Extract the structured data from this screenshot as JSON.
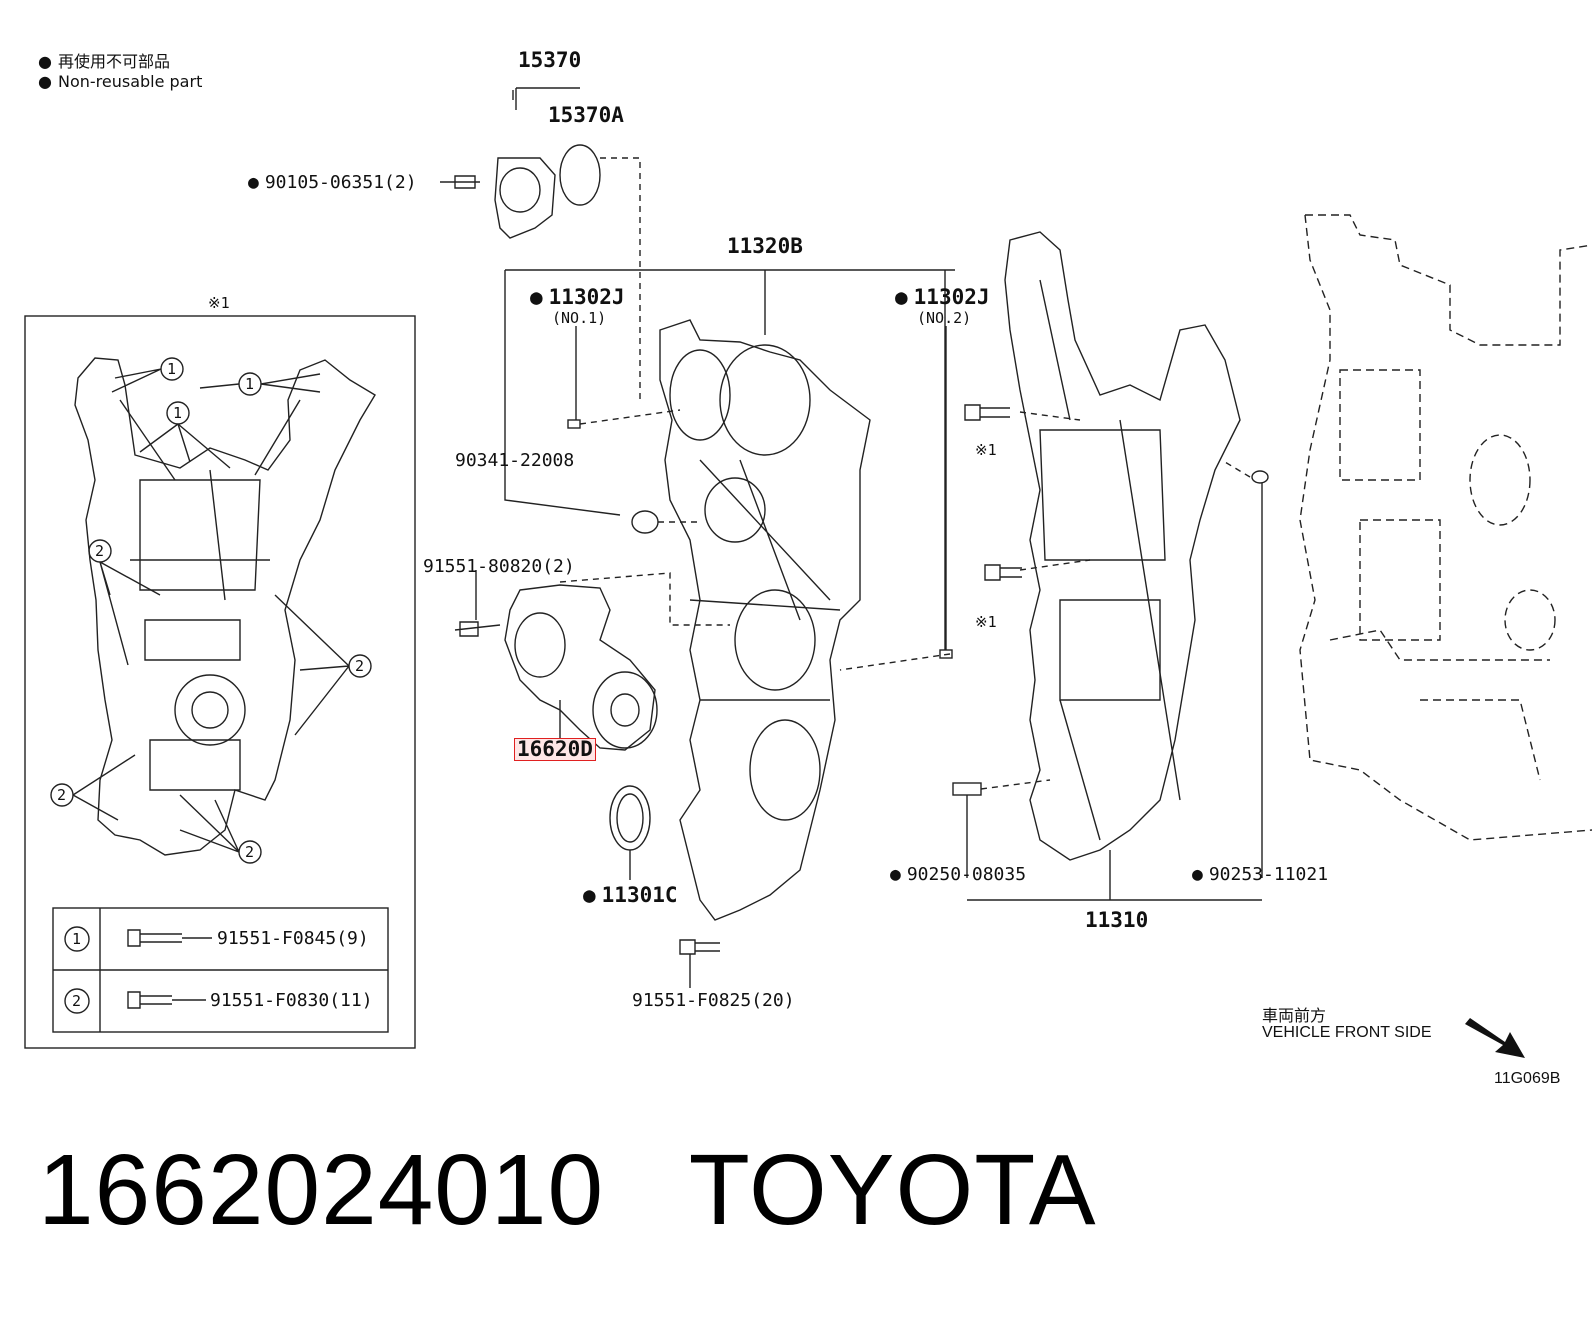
{
  "legend": {
    "jp": "再使用不可部品",
    "en": "Non-reusable part"
  },
  "inset": {
    "heading": "※1",
    "callout_1": "1",
    "callout_2": "2",
    "bolt_table": [
      {
        "marker": "1",
        "part": "91551-F0845(9)"
      },
      {
        "marker": "2",
        "part": "91551-F0830(11)"
      }
    ]
  },
  "parts": {
    "p15370": "15370",
    "p15370A": "15370A",
    "p90105": "90105-06351(2)",
    "p11320B": "11320B",
    "p11302J_1": "11302J",
    "p11302J_1_sub": "(NO.1)",
    "p11302J_2": "11302J",
    "p11302J_2_sub": "(NO.2)",
    "p90341": "90341-22008",
    "p91551_80820": "91551-80820(2)",
    "p16620": "16620D",
    "p11301C": "11301C",
    "p91551_F0825": "91551-F0825(20)",
    "p90250": "90250-08035",
    "p90253": "90253-11021",
    "p11310": "11310",
    "ref_1a": "※1",
    "ref_1b": "※1"
  },
  "front": {
    "jp": "車両前方",
    "en": "VEHICLE FRONT SIDE"
  },
  "figure_code": "11G069B",
  "caption": "1662024010   TOYOTA",
  "colors": {
    "highlight": "#e02020",
    "line": "#222222"
  }
}
